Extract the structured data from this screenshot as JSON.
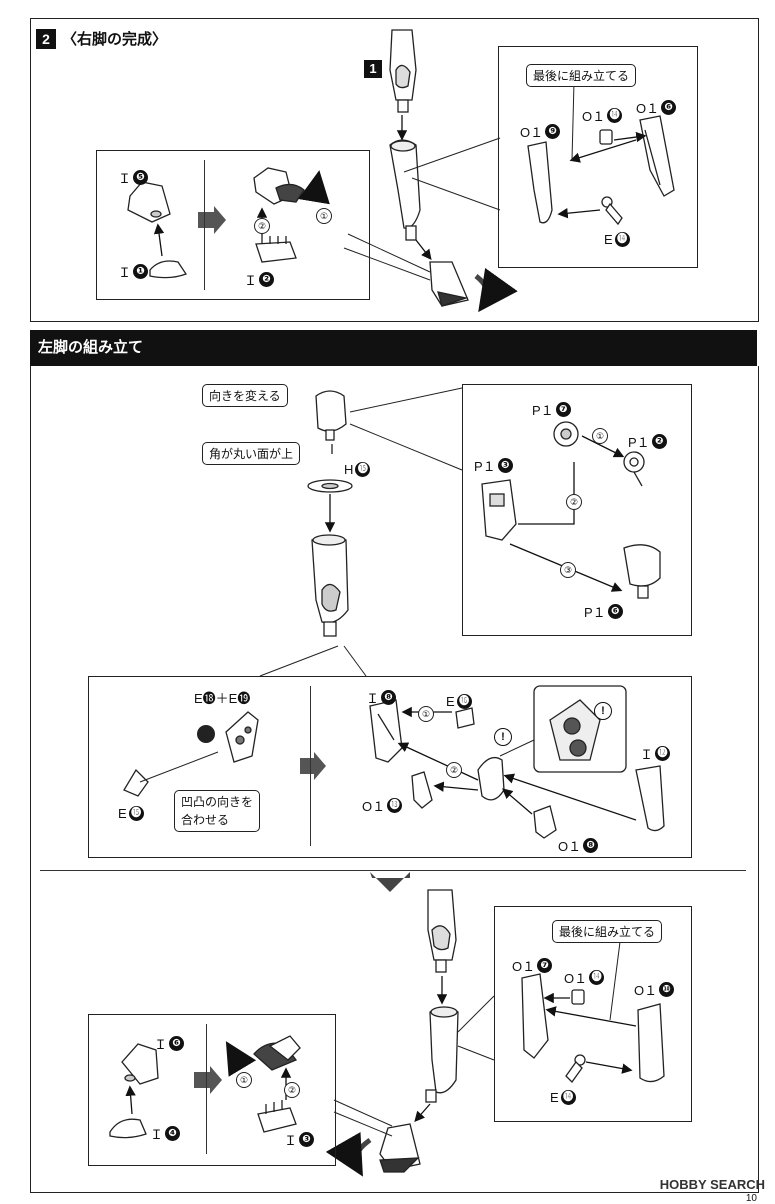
{
  "section_top": {
    "step_number": "2",
    "title": "〈右脚の完成〉",
    "sub_step": "1",
    "callout_last": "最後に組み立てる",
    "parts": {
      "o1_9": {
        "code": "O１",
        "num": "❾"
      },
      "o1_14": {
        "code": "O１",
        "num": "⓮"
      },
      "o1_6": {
        "code": "O１",
        "num": "❻"
      },
      "e_14": {
        "code": "E",
        "num": "⓮"
      },
      "i_5": {
        "code": "Ｉ",
        "num": "❺"
      },
      "i_1": {
        "code": "Ｉ",
        "num": "❶"
      },
      "i_2": {
        "code": "Ｉ",
        "num": "❷"
      }
    },
    "order_marks": [
      "①",
      "②"
    ]
  },
  "section_left": {
    "title": "左脚の組み立て",
    "callout_turn": "向きを変える",
    "callout_round": "角が丸い面が上",
    "callout_align": "凹凸の向きを\n合わせる",
    "callout_last": "最後に組み立てる",
    "parts": {
      "h_15": {
        "code": "H",
        "num": "⓯"
      },
      "p1_7": {
        "code": "P１",
        "num": "❼"
      },
      "p1_2": {
        "code": "P１",
        "num": "❷"
      },
      "p1_3": {
        "code": "P１",
        "num": "❸"
      },
      "p1_6": {
        "code": "P１",
        "num": "❻"
      },
      "e18_e19": {
        "code": "E⓲＋E⓳"
      },
      "e_15": {
        "code": "E",
        "num": "⓯"
      },
      "i_8": {
        "code": "Ｉ",
        "num": "❽"
      },
      "e_16": {
        "code": "E",
        "num": "⓰"
      },
      "i_12": {
        "code": "Ｉ",
        "num": "⓬"
      },
      "o1_13": {
        "code": "O１",
        "num": "⓭"
      },
      "o1_8": {
        "code": "O１",
        "num": "❽"
      },
      "o1_7": {
        "code": "O１",
        "num": "❼"
      },
      "o1_14": {
        "code": "O１",
        "num": "⓮"
      },
      "o1_10": {
        "code": "O１",
        "num": "❿"
      },
      "e_14": {
        "code": "E",
        "num": "⓮"
      },
      "i_6": {
        "code": "Ｉ",
        "num": "❻"
      },
      "i_4": {
        "code": "Ｉ",
        "num": "❹"
      },
      "i_3": {
        "code": "Ｉ",
        "num": "❸"
      }
    },
    "order_marks": [
      "①",
      "②",
      "③"
    ],
    "warning_mark": "!"
  },
  "footer": {
    "brand": "HOBBY SEARCH",
    "page": "10"
  }
}
